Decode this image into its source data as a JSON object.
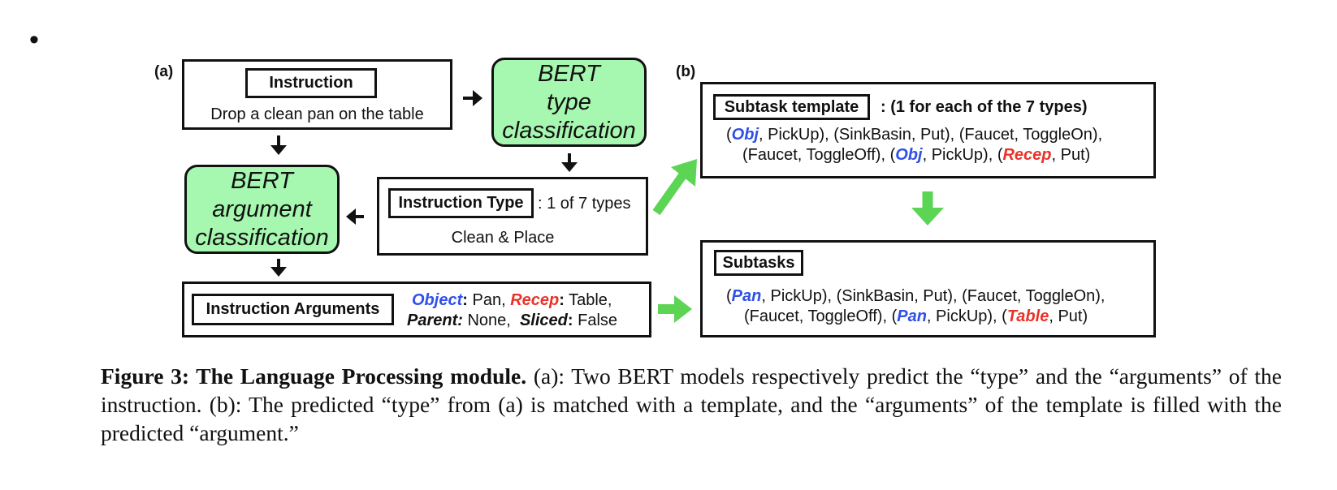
{
  "bullet": "•",
  "panel_a_label": "(a)",
  "panel_b_label": "(b)",
  "instruction_box": {
    "tag": "Instruction",
    "text": "Drop a clean pan on the table"
  },
  "bert_type": {
    "line1": "BERT",
    "line2": "type",
    "line3": "classification"
  },
  "bert_argument": {
    "line1": "BERT",
    "line2": "argument",
    "line3": "classification"
  },
  "instruction_type_box": {
    "tag": "Instruction Type",
    "suffix": ": 1 of 7 types",
    "value": "Clean & Place"
  },
  "arguments_box": {
    "tag": "Instruction Arguments",
    "object_key": "Object",
    "object_val": " Pan, ",
    "recep_key": "Recep",
    "recep_val": " Table,",
    "parent_key": "Parent:",
    "parent_val": " None,  ",
    "sliced_key": "Sliced",
    "sliced_val": " False"
  },
  "template_box": {
    "tag": "Subtask template",
    "suffix": ": (1 for each of the 7 types)",
    "obj": "Obj",
    "recep": "Recep",
    "l1_a": "(",
    "l1_b": ", PickUp), (SinkBasin, Put), (Faucet, ToggleOn),",
    "l2_a": "(Faucet, ToggleOff), (",
    "l2_b": ", PickUp), (",
    "l2_c": ", Put)"
  },
  "subtasks_box": {
    "tag": "Subtasks",
    "obj": "Pan",
    "recep": "Table",
    "l1_a": "(",
    "l1_b": ", PickUp), (SinkBasin, Put), (Faucet, ToggleOn),",
    "l2_a": "(Faucet, ToggleOff), (",
    "l2_b": ", PickUp), (",
    "l2_c": ", Put)"
  },
  "caption": {
    "bold": "Figure 3: The Language Processing module.",
    "rest": " (a): Two BERT models respectively predict the “type” and the “arguments” of the instruction. (b): The predicted “type” from (a) is matched with a template, and the “arguments” of the template is filled with the predicted “argument.”"
  },
  "colors": {
    "green_fill": "#a6f7b0",
    "arrow_green": "#5cd454",
    "blue": "#3050e8",
    "red": "#e8332a"
  }
}
